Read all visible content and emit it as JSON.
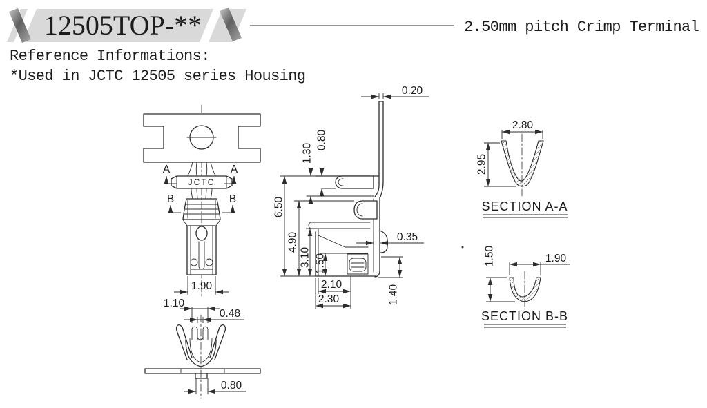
{
  "header": {
    "part_number": "12505TOP-**",
    "product_title": "2.50mm pitch Crimp Terminal"
  },
  "reference": {
    "title": "Reference Informations:",
    "note": "*Used in JCTC 12505 series Housing"
  },
  "front_view": {
    "stamp": "JCTC",
    "section_a_label": "A",
    "section_b_label": "B",
    "dim_width": "1.90"
  },
  "bottom_view": {
    "dim_slot_width": "1.10",
    "dim_tab_width": "0.48",
    "dim_base_width": "0.80"
  },
  "side_view": {
    "dim_pin_thickness": "0.20",
    "dim_step_a": "1.30",
    "dim_step_b": "0.80",
    "dim_overall_height": "6.50",
    "dim_body_height": "4.90",
    "dim_barrel_height": "3.10",
    "dim_inner_height": "1.50",
    "dim_wall_thickness": "0.35",
    "dim_barrel_width": "2.10",
    "dim_base_width": "2.30",
    "dim_tail_height": "1.40"
  },
  "section_aa": {
    "title": "SECTION A-A",
    "dim_width": "2.80",
    "dim_depth": "2.95"
  },
  "section_bb": {
    "title": "SECTION B-B",
    "dim_depth": "1.50",
    "dim_width": "1.90"
  }
}
